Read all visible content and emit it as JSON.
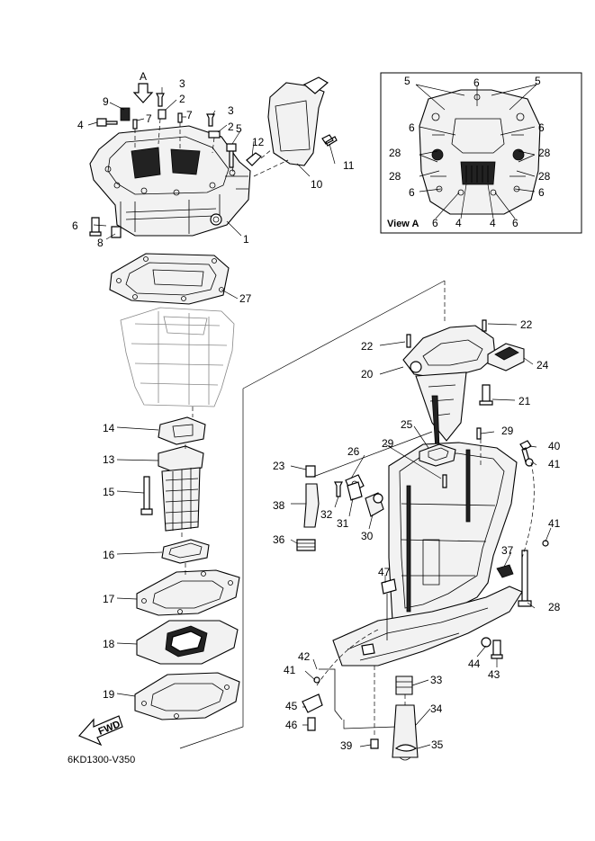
{
  "diagram": {
    "drawing_code": "6KD1300-V350",
    "view_label": "View A",
    "view_marker": "A",
    "fwd_label": "FWD",
    "callouts": {
      "p1": "1",
      "p2a": "2",
      "p2b": "2",
      "p3a": "3",
      "p3b": "3",
      "p4": "4",
      "p5": "5",
      "p6": "6",
      "p7a": "7",
      "p7b": "7",
      "p8": "8",
      "p9": "9",
      "p10": "10",
      "p11": "11",
      "p12": "12",
      "p13": "13",
      "p14": "14",
      "p15": "15",
      "p16": "16",
      "p17": "17",
      "p18": "18",
      "p19": "19",
      "p20": "20",
      "p21": "21",
      "p22a": "22",
      "p22b": "22",
      "p23": "23",
      "p24": "24",
      "p25": "25",
      "p26": "26",
      "p27": "27",
      "p28": "28",
      "p29a": "29",
      "p29b": "29",
      "p30": "30",
      "p31": "31",
      "p32": "32",
      "p33": "33",
      "p34": "34",
      "p35": "35",
      "p36": "36",
      "p37": "37",
      "p38": "38",
      "p39": "39",
      "p40": "40",
      "p41a": "41",
      "p41b": "41",
      "p41c": "41",
      "p42": "42",
      "p43": "43",
      "p44": "44",
      "p45": "45",
      "p46": "46",
      "p47": "47"
    },
    "view_a_callouts": {
      "v5a": "5",
      "v5b": "5",
      "v6top": "6",
      "v6l1": "6",
      "v6r1": "6",
      "v28l1": "28",
      "v28r1": "28",
      "v28l2": "28",
      "v28r2": "28",
      "v6l2": "6",
      "v6r2": "6",
      "v6b1": "6",
      "v4a": "4",
      "v4b": "4",
      "v6b2": "6"
    }
  }
}
